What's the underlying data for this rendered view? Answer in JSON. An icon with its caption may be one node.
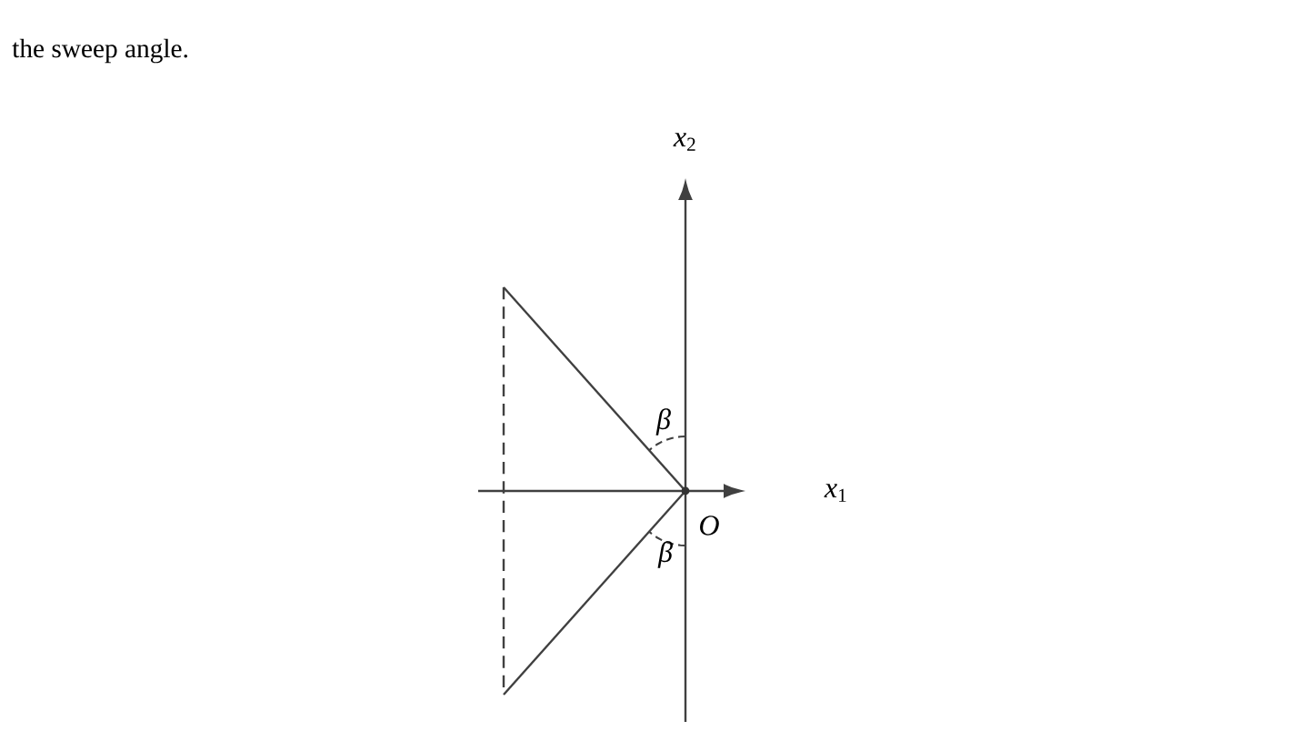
{
  "diagram": {
    "labels": [
      "the sweep angle.",
      "*x*$_{2}$",
      "*β*",
      "*x*$_{1}$",
      "*O*",
      "*β*"
    ]
  }
}
